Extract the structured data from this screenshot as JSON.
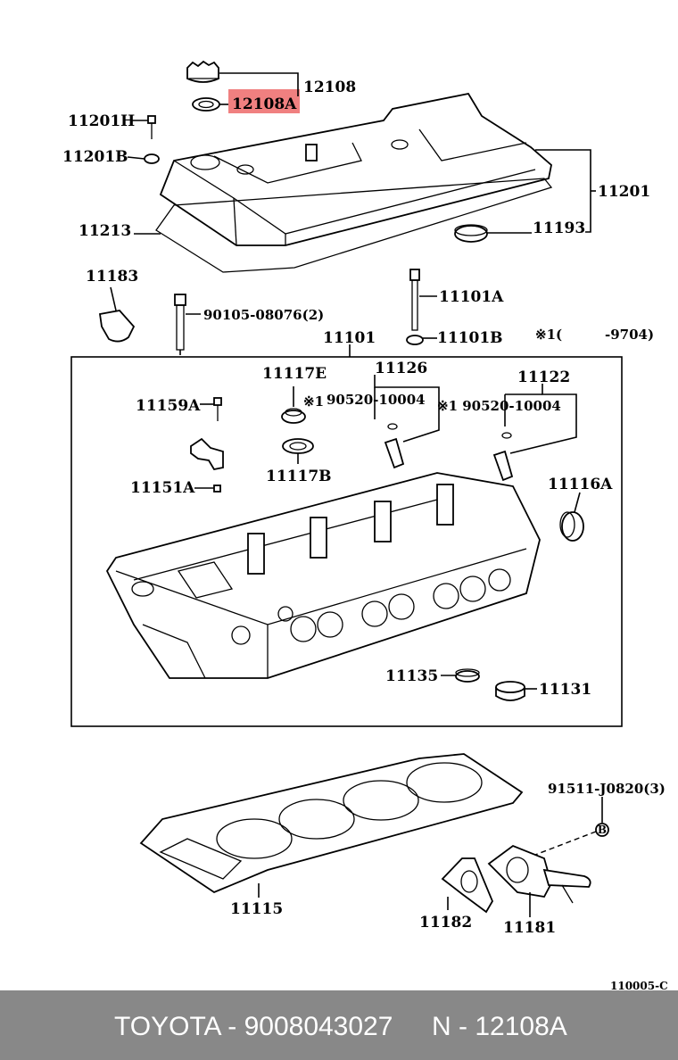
{
  "labels": {
    "p12108": "12108",
    "p12108A": "12108A",
    "p11201H": "11201H",
    "p11201B": "11201B",
    "p11201": "11201",
    "p11213": "11213",
    "p11193": "11193",
    "p11183": "11183",
    "p90105": "90105-08076(2)",
    "p11101A": "11101A",
    "p11101B": "11101B",
    "note_star1": "※1(",
    "note_9704": "-9704)",
    "p11101": "11101",
    "p11117E": "11117E",
    "star_a": "※1",
    "p11126": "11126",
    "p90520a": "90520-10004",
    "p11122": "11122",
    "p90520b": "※1 90520-10004",
    "p11159A": "11159A",
    "p11117B": "11117B",
    "p11151A": "11151A",
    "p11116A": "11116A",
    "p11135": "11135",
    "p11131": "11131",
    "p91511": "91511-J0820(3)",
    "p11115": "11115",
    "p11182": "11182",
    "p11181": "11181",
    "diagram_code": "110005-C",
    "bolt_mark": "B"
  },
  "footer": {
    "brand_part": "TOYOTA - 9008043027",
    "ref": "N - 12108A"
  },
  "colors": {
    "highlight": "#f08080",
    "footer_bg": "#888888"
  }
}
